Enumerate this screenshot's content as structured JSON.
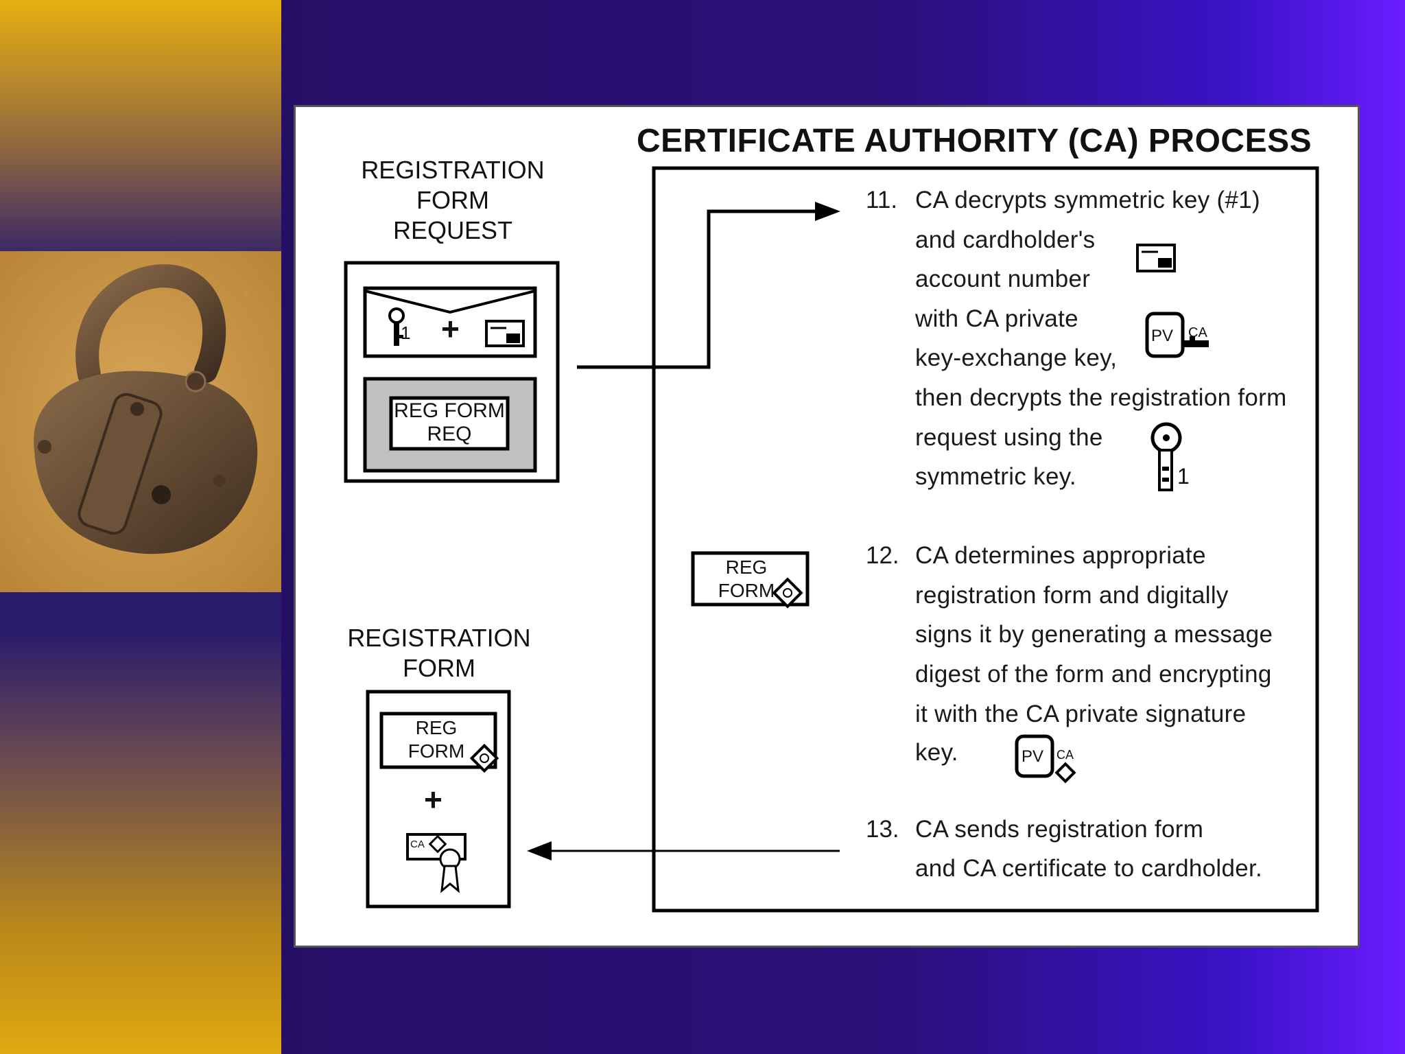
{
  "diagram": {
    "title": "CERTIFICATE AUTHORITY (CA) PROCESS",
    "reg_request_heading": [
      "REGISTRATION",
      "FORM",
      "REQUEST"
    ],
    "reg_form_heading": [
      "REGISTRATION",
      "FORM"
    ],
    "envelope": {
      "key_number": "1",
      "plus": "+"
    },
    "reg_form_req_box": [
      "REG FORM",
      "REQ"
    ],
    "reg_form_signed": [
      "REG",
      "FORM"
    ],
    "reg_form_inner": [
      "REG",
      "FORM"
    ],
    "plus": "+",
    "cert_ca_label": "CA",
    "pv_label": "PV",
    "ca_small": "CA",
    "key_digit": "1"
  },
  "steps": [
    {
      "number": "11.",
      "lines": [
        "CA decrypts symmetric key (#1)",
        "and cardholder's",
        "account number",
        "with CA private",
        "key-exchange key,",
        "then decrypts the registration form",
        "request using the",
        "symmetric key."
      ]
    },
    {
      "number": "12.",
      "lines": [
        "CA determines appropriate",
        "registration form and digitally",
        "signs it by generating a message",
        "digest of the form and encrypting",
        "it with the CA private signature",
        "key."
      ]
    },
    {
      "number": "13.",
      "lines": [
        "CA sends registration form",
        "and CA certificate to cardholder."
      ]
    }
  ],
  "colors": {
    "sidebar_gold": "#e8b012",
    "background_purple": "#2a107a",
    "accent_violet": "#6b1cff",
    "panel": "#ffffff",
    "ink": "#000000",
    "box_gray": "#c0c0c0"
  }
}
